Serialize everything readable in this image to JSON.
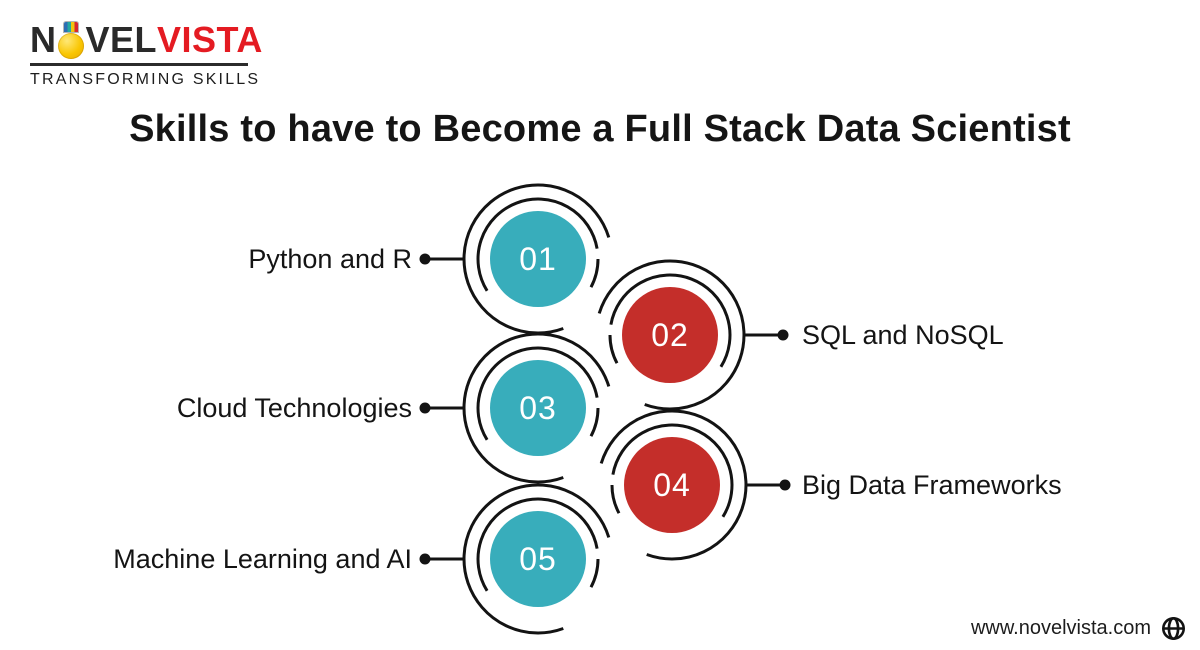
{
  "logo": {
    "brand_part1": "N",
    "brand_part2": "VEL",
    "brand_part3": "VISTA",
    "tagline": "TRANSFORMING SKILLS",
    "medal_icon": "medal-icon",
    "colors": {
      "dark": "#2a2a2a",
      "red": "#e41b22",
      "medal_yellow": "#f9c603"
    }
  },
  "title": "Skills to have to Become a Full Stack Data Scientist",
  "steps": [
    {
      "number": "01",
      "label": "Python and R",
      "color": "#38adbb",
      "side": "left"
    },
    {
      "number": "02",
      "label": "SQL and NoSQL",
      "color": "#c42e2a",
      "side": "right"
    },
    {
      "number": "03",
      "label": "Cloud Technologies",
      "color": "#38adbb",
      "side": "left"
    },
    {
      "number": "04",
      "label": "Big Data Frameworks",
      "color": "#c42e2a",
      "side": "right"
    },
    {
      "number": "05",
      "label": "Machine Learning and AI",
      "color": "#38adbb",
      "side": "left"
    }
  ],
  "footer": {
    "website": "www.novelvista.com",
    "globe_icon": "globe-icon"
  },
  "colors": {
    "teal": "#38adbb",
    "red": "#c42e2a",
    "ink": "#131313",
    "background": "#ffffff"
  }
}
